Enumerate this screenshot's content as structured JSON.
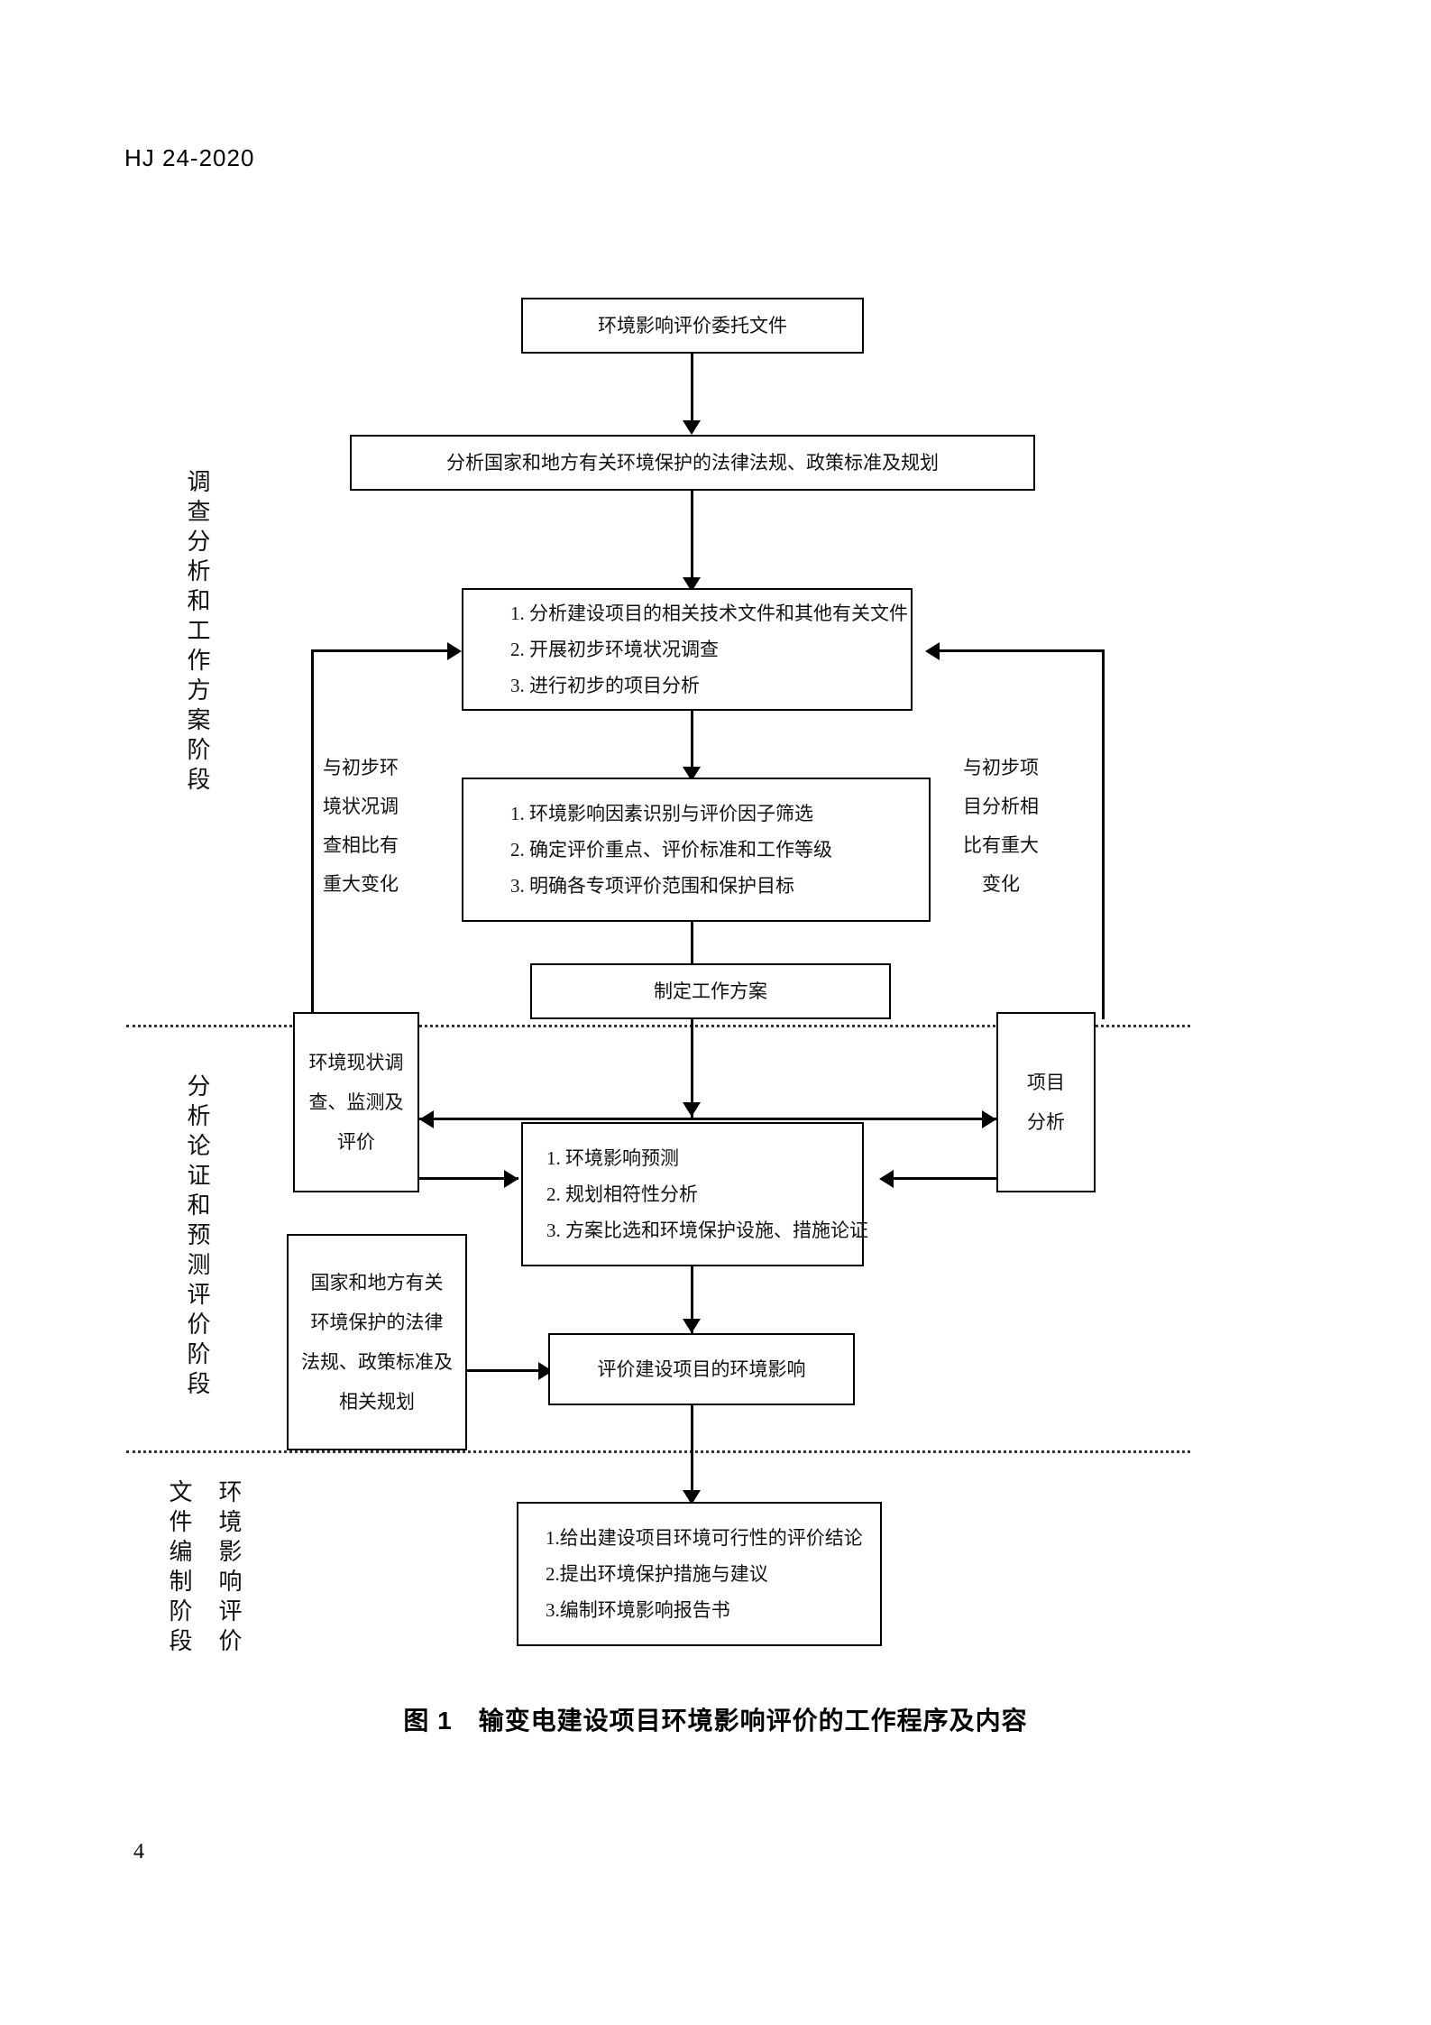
{
  "document": {
    "header": "HJ 24-2020",
    "page_number": "4",
    "figure_caption": "图 1　输变电建设项目环境影响评价的工作程序及内容"
  },
  "stages": [
    {
      "id": "stage-1",
      "label": "调查分析和工作方案阶段"
    },
    {
      "id": "stage-2",
      "label": "分析论证和预测评价阶段"
    },
    {
      "id": "stage-3-col-right",
      "label": "环境影响评价"
    },
    {
      "id": "stage-3-col-left",
      "label": "文件编制阶段"
    }
  ],
  "nodes": {
    "commission": {
      "text": "环境影响评价委托文件"
    },
    "laws_analysis": {
      "text": "分析国家和地方有关环境保护的法律法规、政策标准及规划"
    },
    "preliminary": {
      "items": [
        "1. 分析建设项目的相关技术文件和其他有关文件",
        "2. 开展初步环境状况调查",
        "3. 进行初步的项目分析"
      ]
    },
    "identify": {
      "items": [
        "1. 环境影响因素识别与评价因子筛选",
        "2. 确定评价重点、评价标准和工作等级",
        "3. 明确各专项评价范围和保护目标"
      ]
    },
    "work_plan": {
      "text": "制定工作方案"
    },
    "status_survey": {
      "lines": [
        "环境现状调",
        "查、监测及",
        "评价"
      ]
    },
    "project_analysis": {
      "lines": [
        "项目",
        "分析"
      ]
    },
    "prediction": {
      "items": [
        "1. 环境影响预测",
        "2. 规划相符性分析",
        "3. 方案比选和环境保护设施、措施论证"
      ]
    },
    "regulations": {
      "lines": [
        "国家和地方有关",
        "环境保护的法律",
        "法规、政策标准及",
        "相关规划"
      ]
    },
    "evaluate": {
      "text": "评价建设项目的环境影响"
    },
    "conclusion": {
      "items": [
        "1.给出建设项目环境可行性的评价结论",
        "2.提出环境保护措施与建议",
        "3.编制环境影响报告书"
      ]
    }
  },
  "annotations": {
    "left_feedback": {
      "lines": [
        "与初步环",
        "境状况调",
        "查相比有",
        "重大变化"
      ]
    },
    "right_feedback": {
      "lines": [
        "与初步项",
        "目分析相",
        "比有重大",
        "变化"
      ]
    }
  },
  "colors": {
    "line": "#000000",
    "text": "#111111",
    "background": "#ffffff",
    "separator": "#333333"
  }
}
